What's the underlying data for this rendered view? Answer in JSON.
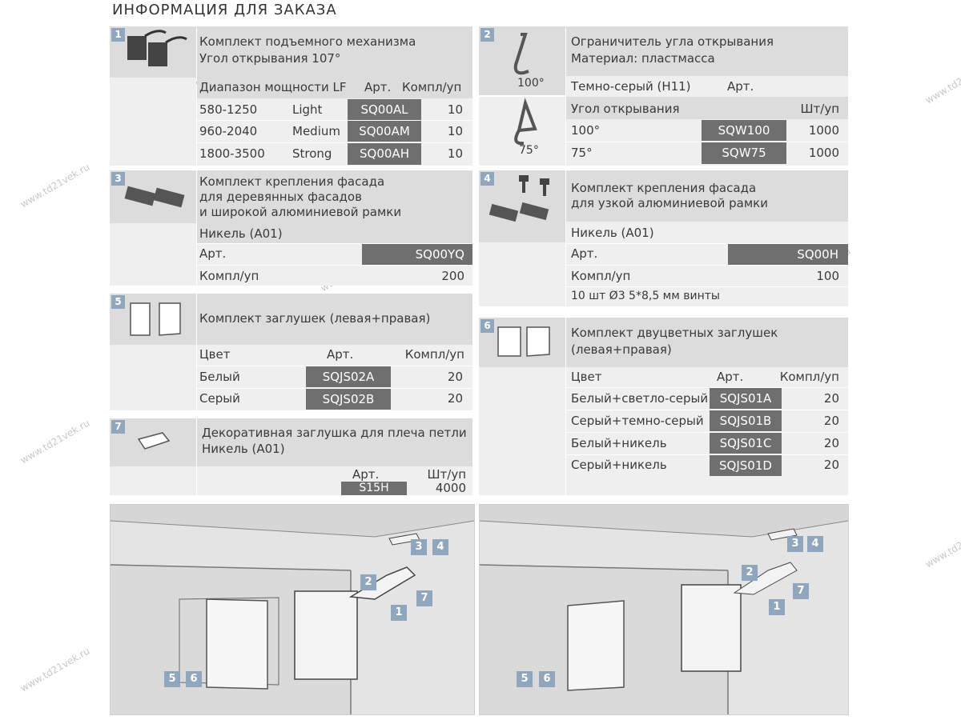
{
  "title": "ИНФОРМАЦИЯ ДЛЯ ЗАКАЗА",
  "watermark": "www.td21vek.ru",
  "colors": {
    "header_gray": "#dcdcdc",
    "article_bg": "#6f6f6f",
    "badge_blue": "#8fa6bd"
  },
  "s1": {
    "num": "1",
    "title1": "Комплект подъемного механизма",
    "title2": "Угол открывания 107°",
    "head_range": "Диапазон мощности LF",
    "head_art": "Арт.",
    "head_qty": "Компл/уп",
    "rows": [
      {
        "range": "580-1250",
        "type": "Light",
        "art": "SQ00AL",
        "qty": "10"
      },
      {
        "range": "960-2040",
        "type": "Medium",
        "art": "SQ00AM",
        "qty": "10"
      },
      {
        "range": "1800-3500",
        "type": "Strong",
        "art": "SQ00AH",
        "qty": "10"
      }
    ]
  },
  "s2": {
    "num": "2",
    "title1": "Ограничитель угла открывания",
    "title2": "Материал: пластмасса",
    "img1_label": "100°",
    "img2_label": "75°",
    "color_label": "Темно-серый (H11)",
    "color_art": "Арт.",
    "head_angle": "Угол открывания",
    "head_qty": "Шт/уп",
    "rows": [
      {
        "angle": "100°",
        "art": "SQW100",
        "qty": "1000"
      },
      {
        "angle": "75°",
        "art": "SQW75",
        "qty": "1000"
      }
    ]
  },
  "s3": {
    "num": "3",
    "title1": "Комплект крепления фасада",
    "title2": "для деревянных фасадов",
    "title3": "и широкой алюминиевой рамки",
    "finish": "Никель (A01)",
    "art_label": "Арт.",
    "art": "SQ00YQ",
    "qty_label": "Компл/уп",
    "qty": "200"
  },
  "s4": {
    "num": "4",
    "title1": "Комплект крепления фасада",
    "title2": "для узкой алюминиевой рамки",
    "finish": "Никель (A01)",
    "art_label": "Арт.",
    "art": "SQ00H",
    "qty_label": "Компл/уп",
    "qty": "100",
    "note": "10 шт Ø3 5*8,5 мм винты"
  },
  "s5": {
    "num": "5",
    "title": "Комплект заглушек (левая+правая)",
    "head_color": "Цвет",
    "head_art": "Арт.",
    "head_qty": "Компл/уп",
    "rows": [
      {
        "color": "Белый",
        "art": "SQJS02A",
        "qty": "20"
      },
      {
        "color": "Серый",
        "art": "SQJS02B",
        "qty": "20"
      }
    ]
  },
  "s6": {
    "num": "6",
    "title1": "Комплект двуцветных заглушек",
    "title2": "(левая+правая)",
    "head_color": "Цвет",
    "head_art": "Арт.",
    "head_qty": "Компл/уп",
    "rows": [
      {
        "color": "Белый+светло-серый",
        "art": "SQJS01A",
        "qty": "20"
      },
      {
        "color": "Серый+темно-серый",
        "art": "SQJS01B",
        "qty": "20"
      },
      {
        "color": "Белый+никель",
        "art": "SQJS01C",
        "qty": "20"
      },
      {
        "color": "Серый+никель",
        "art": "SQJS01D",
        "qty": "20"
      }
    ]
  },
  "s7": {
    "num": "7",
    "title1": "Декоративная заглушка для плеча петли",
    "title2": "Никель (A01)",
    "head_art": "Арт.",
    "head_qty": "Шт/уп",
    "art": "S15H",
    "qty": "4000"
  },
  "scene_badges": {
    "b1": "1",
    "b2": "2",
    "b3": "3",
    "b4": "4",
    "b5": "5",
    "b6": "6",
    "b7": "7"
  }
}
